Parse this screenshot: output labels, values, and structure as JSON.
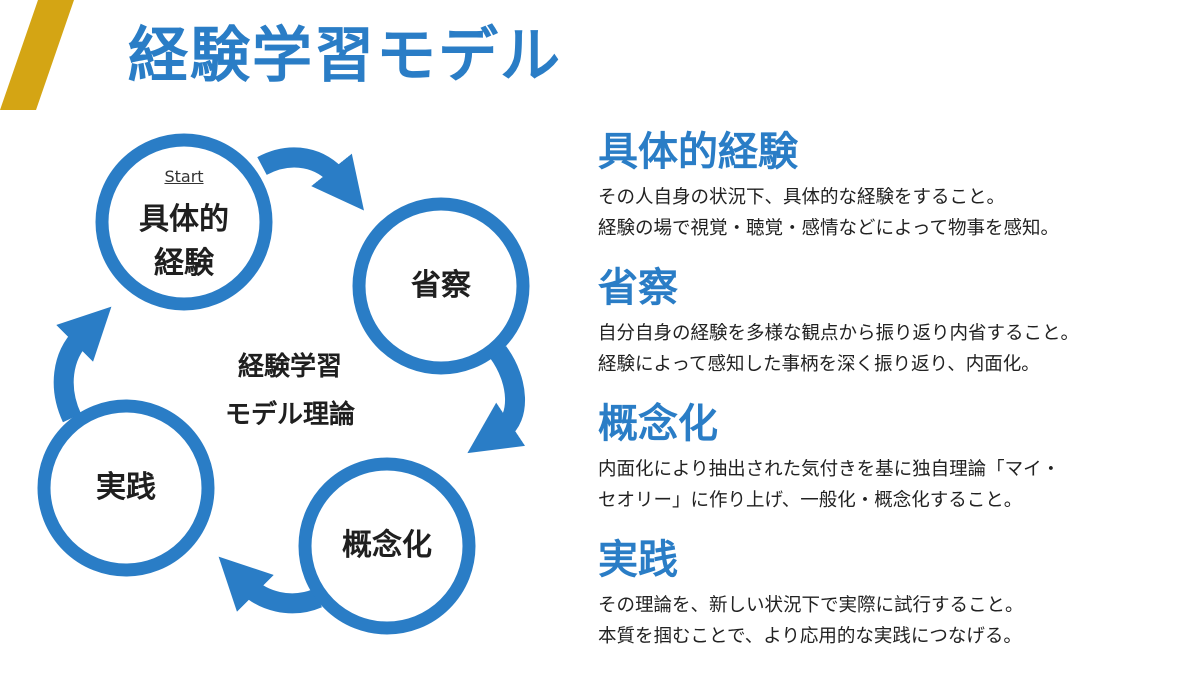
{
  "title": "経験学習モデル",
  "colors": {
    "accent_stripe": "#D4A514",
    "primary_blue": "#2A7DC6",
    "heading_blue": "#2A7DC6",
    "text": "#1f1f1f"
  },
  "cycle": {
    "start_label": "Start",
    "center_label_line1": "経験学習",
    "center_label_line2": "モデル理論",
    "nodes": [
      {
        "line1": "具体的",
        "line2": "経験"
      },
      {
        "line1": "省察"
      },
      {
        "line1": "概念化"
      },
      {
        "line1": "実践"
      }
    ]
  },
  "sections": [
    {
      "heading": "具体的経験",
      "line1": "その人自身の状況下、具体的な経験をすること。",
      "line2": "経験の場で視覚・聴覚・感情などによって物事を感知。"
    },
    {
      "heading": "省察",
      "line1": "自分自身の経験を多様な観点から振り返り内省すること。",
      "line2": "経験によって感知した事柄を深く振り返り、内面化。"
    },
    {
      "heading": "概念化",
      "line1": "内面化により抽出された気付きを基に独自理論「マイ・",
      "line2": "セオリー」に作り上げ、一般化・概念化すること。"
    },
    {
      "heading": "実践",
      "line1": "その理論を、新しい状況下で実際に試行すること。",
      "line2": "本質を掴むことで、より応用的な実践につなげる。"
    }
  ]
}
